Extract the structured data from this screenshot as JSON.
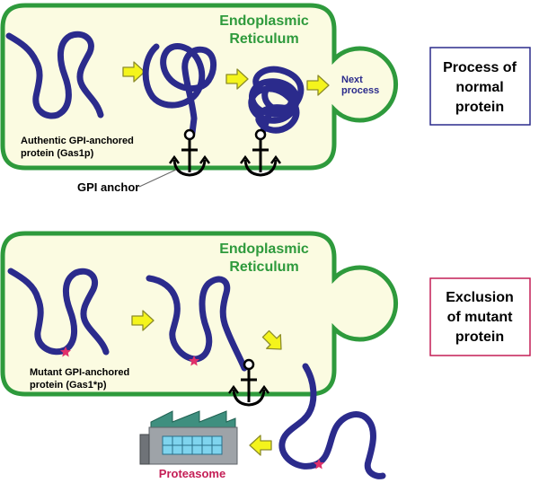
{
  "colors": {
    "membrane": "#2e9a3c",
    "er_fill": "#fbfbe1",
    "protein": "#2b2b8c",
    "arrow_fill": "#f4f41c",
    "arrow_stroke": "#8c8c2a",
    "er_label": "#2e9a3c",
    "next_process": "#2b2b8c",
    "normal_box_border": "#2b2b8c",
    "mutant_box_border": "#c41e56",
    "proteasome_label": "#c41e56",
    "mutation_star": "#e0306a",
    "building": "#9ea3a8",
    "building_roof": "#3f8f7f"
  },
  "top_panel": {
    "er_label_line1": "Endoplasmic",
    "er_label_line2": "Reticulum",
    "next_process_line1": "Next",
    "next_process_line2": "process",
    "protein_label_line1": "Authentic GPI-anchored",
    "protein_label_line2": "protein (Gas1p)",
    "anchor_label": "GPI anchor",
    "side_box_line1": "Process of",
    "side_box_line2": "normal",
    "side_box_line3": "protein"
  },
  "bottom_panel": {
    "er_label_line1": "Endoplasmic",
    "er_label_line2": "Reticulum",
    "protein_label_line1": "Mutant GPI-anchored",
    "protein_label_line2": "protein (Gas1*p)",
    "proteasome_label": "Proteasome",
    "side_box_line1": "Exclusion",
    "side_box_line2": "of mutant",
    "side_box_line3": "protein"
  },
  "icons": {
    "anchor": "anchor-icon",
    "mutation": "star-icon",
    "proteasome": "factory-icon",
    "step_arrow": "arrow-right-icon"
  }
}
